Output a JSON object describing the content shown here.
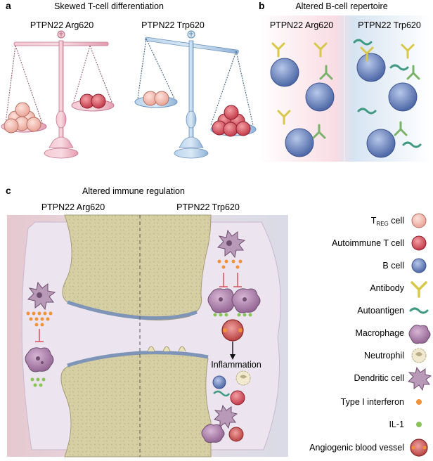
{
  "panel_a": {
    "letter": "a",
    "title": "Skewed T-cell differentiation",
    "left_label": "PTPN22 Arg620",
    "right_label": "PTPN22 Trp620"
  },
  "panel_b": {
    "letter": "b",
    "title": "Altered B-cell repertoire",
    "left_label": "PTPN22 Arg620",
    "right_label": "PTPN22 Trp620"
  },
  "panel_c": {
    "letter": "c",
    "title": "Altered immune regulation",
    "left_label": "PTPN22 Arg620",
    "right_label": "PTPN22 Trp620",
    "inflammation_label": "Inflammation"
  },
  "legend": [
    {
      "label": "T",
      "sub": "REG",
      "suffix": " cell",
      "icon": "treg-cell-icon"
    },
    {
      "label": "Autoimmune T cell",
      "icon": "autoimmune-t-cell-icon"
    },
    {
      "label": "B cell",
      "icon": "b-cell-icon"
    },
    {
      "label": "Antibody",
      "icon": "antibody-icon"
    },
    {
      "label": "Autoantigen",
      "icon": "autoantigen-icon"
    },
    {
      "label": "Macrophage",
      "icon": "macrophage-icon"
    },
    {
      "label": "Neutrophil",
      "icon": "neutrophil-icon"
    },
    {
      "label": "Dendritic cell",
      "icon": "dendritic-cell-icon"
    },
    {
      "label": "Type I interferon",
      "icon": "type-i-interferon-icon"
    },
    {
      "label": "IL-1",
      "icon": "il-1-icon"
    },
    {
      "label": "Angiogenic blood vessel",
      "icon": "angiogenic-blood-vessel-icon"
    }
  ],
  "colors": {
    "treg": "#f2b9ad",
    "autoimmune": "#d9505c",
    "bcell": "#6a86c1",
    "antibody_yellow": "#d8c84a",
    "antibody_green": "#7ab26a",
    "autoantigen": "#3e9a80",
    "macrophage": "#9a6b9a",
    "interferon": "#f0923a",
    "il1": "#8cc25a",
    "bone": "#d8d1a8",
    "scale_pink": "#f2b3c4",
    "scale_blue": "#a8c9e6"
  }
}
